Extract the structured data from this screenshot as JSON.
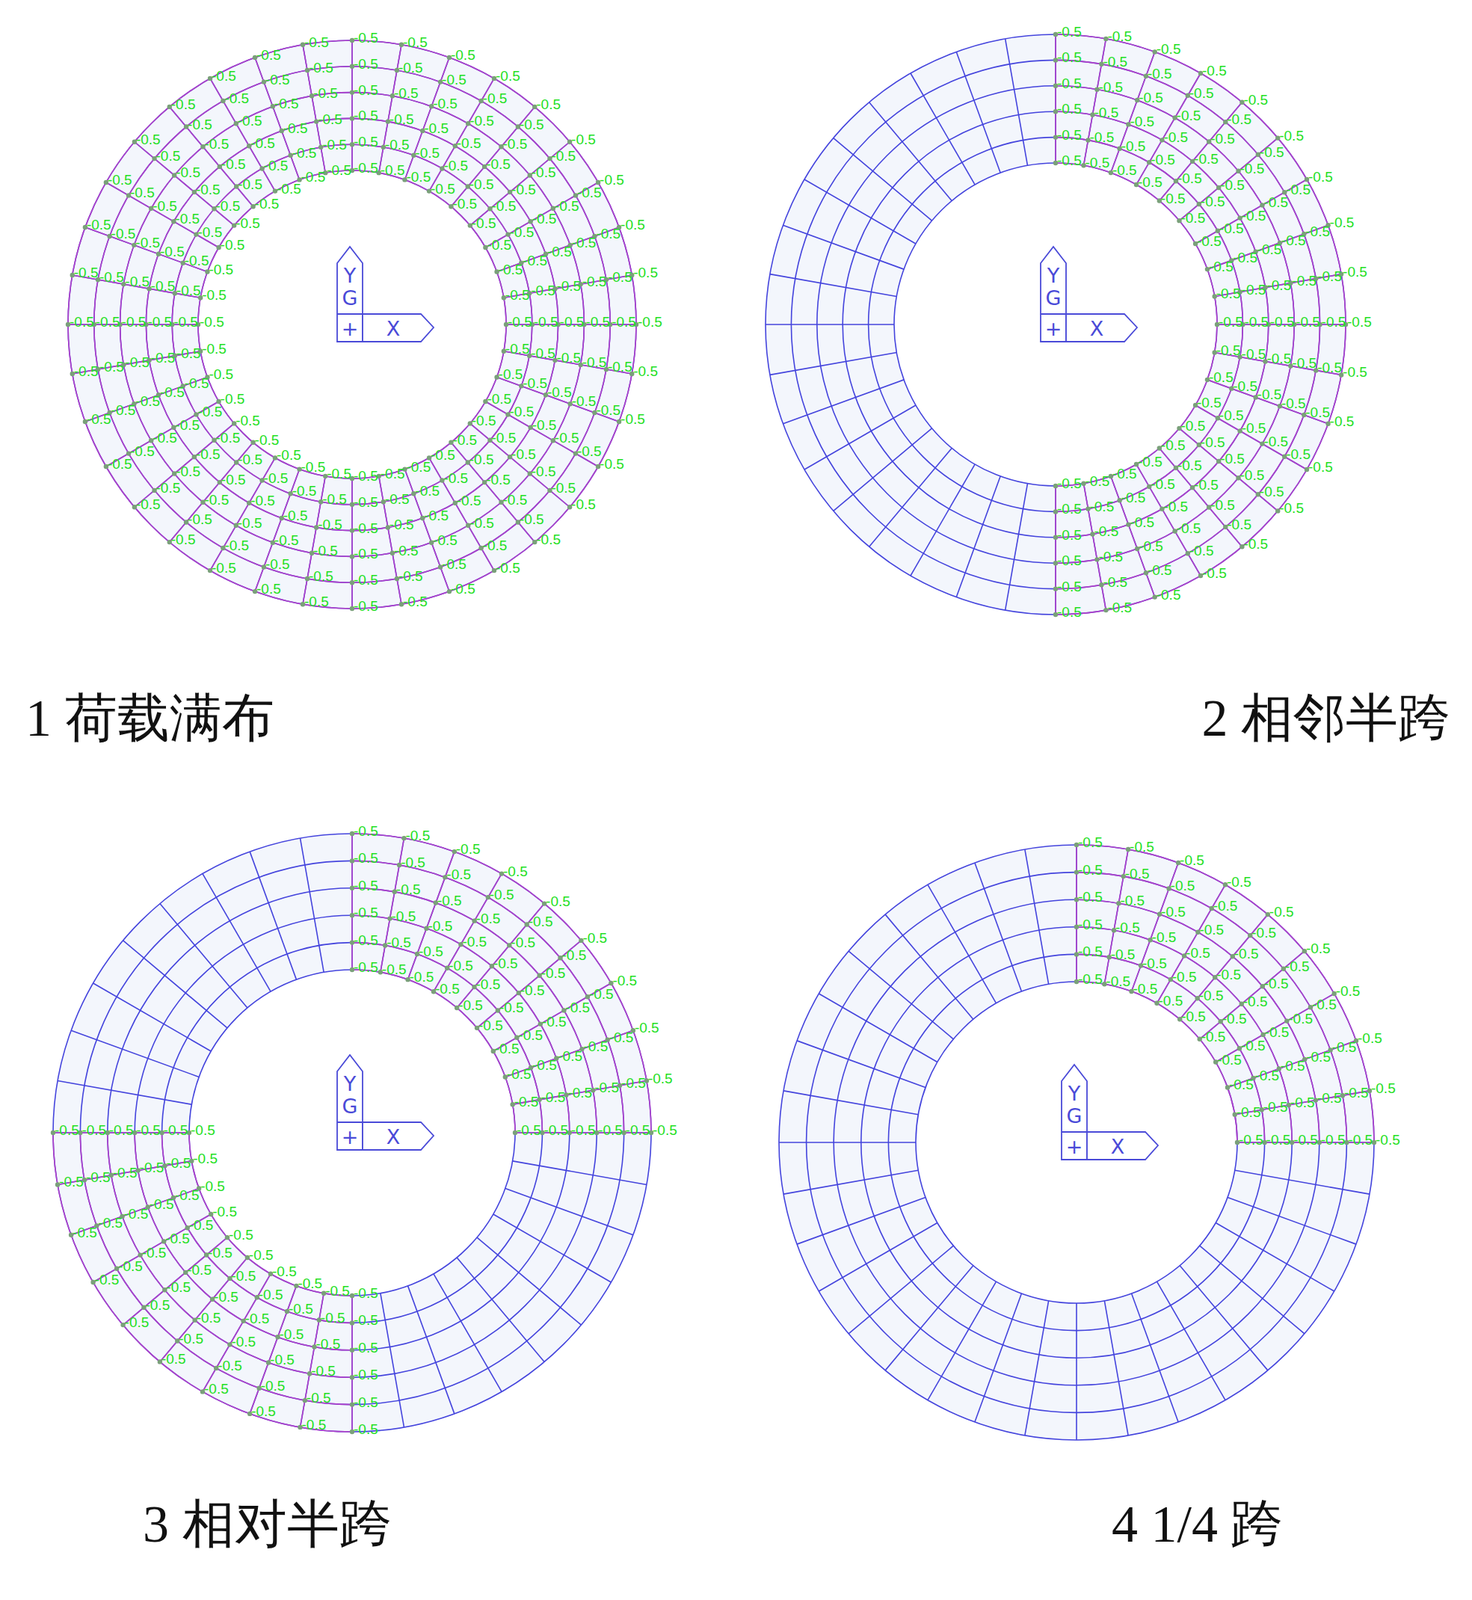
{
  "diagram": {
    "labels": [
      "Y",
      "G",
      "+",
      "X",
      "Y",
      "G",
      "+",
      "X",
      "Y",
      "G",
      "+",
      "X",
      "Y",
      "G",
      "+",
      "X",
      "1 荷载满布",
      "2 相邻半跨",
      "3 相对半跨",
      "4 1/4 跨",
      "-0.5",
      "-0.5",
      "-0.5",
      "-0.5",
      "-0.5",
      "-0.5",
      "-0.5",
      "-0.5",
      "-0.5",
      "-0.5",
      "-0.5",
      "-0.5",
      "-0.5",
      "-0.5",
      "-0.5",
      "-0.5",
      "-0.5",
      "-0.5",
      "-0.5",
      "-0.5",
      "-0.5",
      "-0.5",
      "-0.5",
      "-0.5",
      "-0.5",
      "-0.5",
      "-0.5",
      "-0.5",
      "-0.5",
      "-0.5",
      "-0.5",
      "-0.5",
      "-0.5",
      "-0.5",
      "-0.5",
      "-0.5",
      "-0.5",
      "-0.5",
      "-0.5",
      "-0.5",
      "-0.5",
      "-0.5",
      "-0.5",
      "-0.5",
      "-0.5",
      "-0.5",
      "-0.5",
      "-0.5",
      "-0.5",
      "-0.5",
      "-0.5",
      "-0.5",
      "-0.5",
      "-0.5",
      "-0.5",
      "-0.5",
      "-0.5",
      "-0.5",
      "-0.5",
      "-0.5",
      "-0.5",
      "-0.5",
      "-0.5",
      "-0.5",
      "-0.5",
      "-0.5",
      "-0.5",
      "-0.5",
      "-0.5",
      "-0.5",
      "-0.5",
      "-0.5",
      "-0.5",
      "-0.5",
      "-0.5",
      "-0.5",
      "-0.5",
      "-0.5",
      "-0.5",
      "-0.5",
      "-0.5",
      "-0.5",
      "-0.5",
      "-0.5",
      "-0.5",
      "-0.5",
      "-0.5",
      "-0.5",
      "-0.5",
      "-0.5",
      "-0.5",
      "-0.5",
      "-0.5",
      "-0.5",
      "-0.5",
      "-0.5",
      "-0.5",
      "-0.5",
      "-0.5",
      "-0.5",
      "-0.5",
      "-0.5",
      "-0.5",
      "-0.5",
      "-0.5",
      "-0.5",
      "-0.5",
      "-0.5",
      "-0.5",
      "-0.5",
      "-0.5",
      "-0.5",
      "-0.5",
      "-0.5",
      "-0.5",
      "-0.5",
      "-0.5",
      "-0.5",
      "-0.5",
      "-0.5",
      "-0.5",
      "-0.5",
      "-0.5",
      "-0.5",
      "-0.5",
      "-0.5",
      "-0.5",
      "-0.5",
      "-0.5",
      "-0.5",
      "-0.5",
      "-0.5",
      "-0.5",
      "-0.5",
      "-0.5",
      "-0.5",
      "-0.5",
      "-0.5",
      "-0.5",
      "-0.5",
      "-0.5",
      "-0.5",
      "-0.5",
      "-0.5",
      "-0.5",
      "-0.5",
      "-0.5",
      "-0.5",
      "-0.5",
      "-0.5",
      "-0.5",
      "-0.5",
      "-0.5",
      "-0.5",
      "-0.5",
      "-0.5",
      "-0.5",
      "-0.5",
      "-0.5",
      "-0.5",
      "-0.5",
      "-0.5",
      "-0.5",
      "-0.5",
      "-0.5",
      "-0.5",
      "-0.5",
      "-0.5",
      "-0.5",
      "-0.5",
      "-0.5",
      "-0.5",
      "-0.5",
      "-0.5",
      "-0.5",
      "-0.5",
      "-0.5",
      "-0.5",
      "-0.5",
      "-0.5",
      "-0.5",
      "-0.5",
      "-0.5",
      "-0.5",
      "-0.5",
      "-0.5",
      "-0.5",
      "-0.5",
      "-0.5",
      "-0.5",
      "-0.5",
      "-0.5",
      "-0.5",
      "-0.5",
      "-0.5",
      "-0.5",
      "-0.5",
      "-0.5",
      "-0.5",
      "-0.5",
      "-0.5",
      "-0.5",
      "-0.5",
      "-0.5",
      "-0.5",
      "-0.5",
      "-0.5",
      "-0.5",
      "-0.5",
      "-0.5",
      "-0.5",
      "-0.5",
      "-0.5",
      "-0.5",
      "-0.5",
      "-0.5",
      "-0.5",
      "-0.5",
      "-0.5",
      "-0.5",
      "-0.5",
      "-0.5",
      "-0.5",
      "-0.5",
      "-0.5",
      "-0.5",
      "-0.5",
      "-0.5",
      "-0.5",
      "-0.5",
      "-0.5",
      "-0.5",
      "-0.5",
      "-0.5",
      "-0.5",
      "-0.5",
      "-0.5",
      "-0.5",
      "-0.5",
      "-0.5",
      "-0.5",
      "-0.5",
      "-0.5",
      "-0.5",
      "-0.5",
      "-0.5",
      "-0.5",
      "-0.5",
      "-0.5",
      "-0.5",
      "-0.5",
      "-0.5",
      "-0.5",
      "-0.5",
      "-0.5",
      "-0.5",
      "-0.5",
      "-0.5",
      "-0.5",
      "-0.5",
      "-0.5",
      "-0.5",
      "-0.5",
      "-0.5",
      "-0.5",
      "-0.5",
      "-0.5",
      "-0.5",
      "-0.5",
      "-0.5",
      "-0.5",
      "-0.5",
      "-0.5",
      "-0.5",
      "-0.5",
      "-0.5",
      "-0.5",
      "-0.5",
      "-0.5",
      "-0.5",
      "-0.5",
      "-0.5",
      "-0.5",
      "-0.5",
      "-0.5",
      "-0.5",
      "-0.5",
      "-0.5",
      "-0.5",
      "-0.5",
      "-0.5",
      "-0.5",
      "-0.5",
      "-0.5",
      "-0.5",
      "-0.5",
      "-0.5",
      "-0.5",
      "-0.5",
      "-0.5",
      "-0.5",
      "-0.5",
      "-0.5",
      "-0.5",
      "-0.5",
      "-0.5",
      "-0.5",
      "-0.5",
      "-0.5",
      "-0.5",
      "-0.5",
      "-0.5",
      "-0.5",
      "-0.5",
      "-0.5",
      "-0.5",
      "-0.5",
      "-0.5",
      "-0.5",
      "-0.5",
      "-0.5",
      "-0.5",
      "-0.5",
      "-0.5",
      "-0.5",
      "-0.5",
      "-0.5",
      "-0.5",
      "-0.5",
      "-0.5",
      "-0.5",
      "-0.5",
      "-0.5",
      "-0.5",
      "-0.5",
      "-0.5",
      "-0.5",
      "-0.5",
      "-0.5",
      "-0.5",
      "-0.5",
      "-0.5",
      "-0.5",
      "-0.5",
      "-0.5",
      "-0.5",
      "-0.5",
      "-0.5",
      "-0.5",
      "-0.5",
      "-0.5",
      "-0.5",
      "-0.5",
      "-0.5",
      "-0.5",
      "-0.5",
      "-0.5",
      "-0.5",
      "-0.5",
      "-0.5",
      "-0.5",
      "-0.5",
      "-0.5",
      "-0.5",
      "-0.5",
      "-0.5",
      "-0.5",
      "-0.5",
      "-0.5",
      "-0.5",
      "-0.5",
      "-0.5",
      "-0.5",
      "-0.5",
      "-0.5",
      "-0.5",
      "-0.5",
      "-0.5",
      "-0.5",
      "-0.5",
      "-0.5",
      "-0.5",
      "-0.5",
      "-0.5",
      "-0.5",
      "-0.5",
      "-0.5",
      "-0.5",
      "-0.5",
      "-0.5",
      "-0.5",
      "-0.5",
      "-0.5",
      "-0.5",
      "-0.5",
      "-0.5",
      "-0.5",
      "-0.5",
      "-0.5",
      "-0.5",
      "-0.5",
      "-0.5",
      "-0.5",
      "-0.5",
      "-0.5",
      "-0.5",
      "-0.5",
      "-0.5",
      "-0.5",
      "-0.5",
      "-0.5",
      "-0.5",
      "-0.5",
      "-0.5",
      "-0.5",
      "-0.5",
      "-0.5",
      "-0.5",
      "-0.5",
      "-0.5",
      "-0.5",
      "-0.5",
      "-0.5",
      "-0.5",
      "-0.5",
      "-0.5",
      "-0.5",
      "-0.5",
      "-0.5",
      "-0.5",
      "-0.5",
      "-0.5",
      "-0.5",
      "-0.5",
      "-0.5",
      "-0.5",
      "-0.5",
      "-0.5",
      "-0.5",
      "-0.5",
      "-0.5",
      "-0.5",
      "-0.5",
      "-0.5",
      "-0.5",
      "-0.5",
      "-0.5",
      "-0.5",
      "-0.5",
      "-0.5",
      "-0.5",
      "-0.5",
      "-0.5",
      "-0.5",
      "-0.5",
      "-0.5",
      "-0.5",
      "-0.5",
      "-0.5",
      "-0.5",
      "-0.5",
      "-0.5",
      "-0.5",
      "-0.5",
      "-0.5",
      "-0.5",
      "-0.5",
      "-0.5",
      "-0.5",
      "-0.5",
      "-0.5",
      "-0.5",
      "-0.5",
      "-0.5",
      "-0.5",
      "-0.5",
      "-0.5",
      "-0.5",
      "-0.5",
      "-0.5",
      "-0.5",
      "-0.5",
      "-0.5",
      "-0.5",
      "-0.5",
      "-0.5",
      "-0.5",
      "-0.5",
      "-0.5",
      "-0.5",
      "-0.5",
      "-0.5",
      "-0.5",
      "-0.5",
      "-0.5",
      "-0.5",
      "-0.5",
      "-0.5",
      "-0.5",
      "-0.5",
      "-0.5",
      "-0.5",
      "-0.5",
      "-0.5",
      "-0.5",
      "-0.5",
      "-0.5",
      "-0.5",
      "-0.5",
      "-0.5"
    ]
  }
}
